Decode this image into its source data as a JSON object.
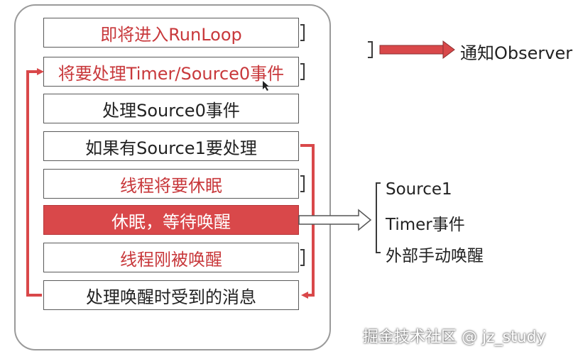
{
  "steps": [
    {
      "label": "即将进入RunLoop",
      "style": "notify",
      "notifies": true
    },
    {
      "label": "将要处理Timer/Source0事件",
      "style": "notify",
      "notifies": true
    },
    {
      "label": "处理Source0事件",
      "style": "normal",
      "notifies": false
    },
    {
      "label": "如果有Source1要处理",
      "style": "normal",
      "notifies": false
    },
    {
      "label": "线程将要休眠",
      "style": "notify",
      "notifies": true
    },
    {
      "label": "休眠，等待唤醒",
      "style": "highlight",
      "notifies": false
    },
    {
      "label": "线程刚被唤醒",
      "style": "notify",
      "notifies": true
    },
    {
      "label": "处理唤醒时受到的消息",
      "style": "normal",
      "notifies": false
    }
  ],
  "legend": {
    "label": "通知Observer"
  },
  "wake_sources": [
    "Source1",
    "Timer事件",
    "外部手动唤醒"
  ],
  "watermark": "掘金技术社区 @ jz_study",
  "colors": {
    "accent": "#d9484a",
    "notify_text": "#c8383b",
    "outline": "#9a9a9a"
  }
}
